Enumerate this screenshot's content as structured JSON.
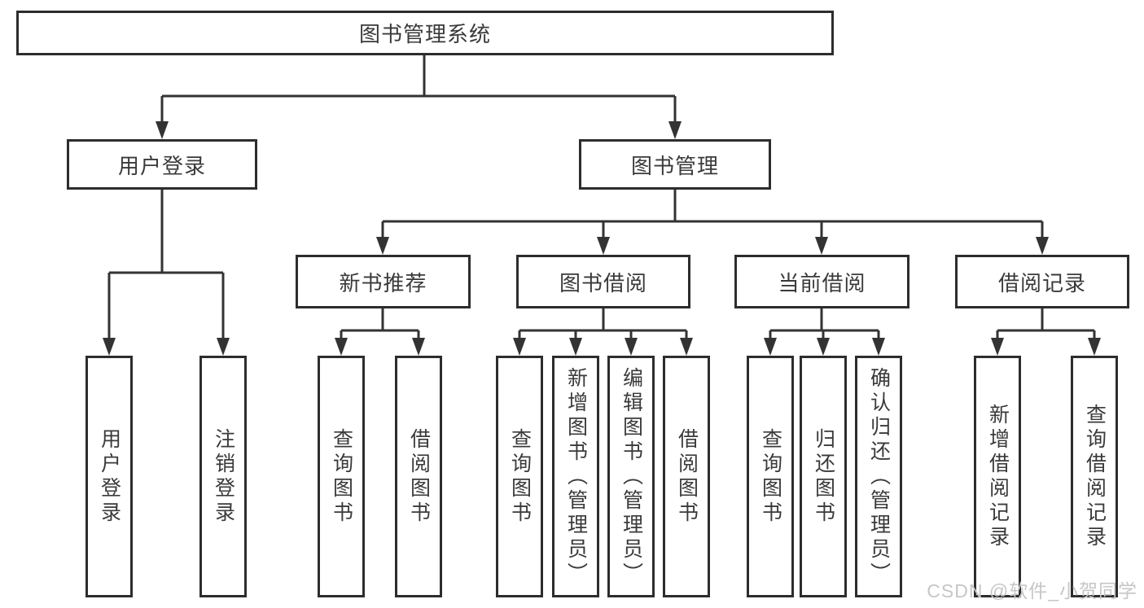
{
  "diagram": {
    "root": {
      "label": "图书管理系统"
    },
    "branches": [
      {
        "label": "用户登录",
        "children": [
          {
            "label": "用户登录"
          },
          {
            "label": "注销登录"
          }
        ]
      },
      {
        "label": "图书管理",
        "children": [
          {
            "label": "新书推荐",
            "children": [
              {
                "label": "查询图书"
              },
              {
                "label": "借阅图书"
              }
            ]
          },
          {
            "label": "图书借阅",
            "children": [
              {
                "label": "查询图书"
              },
              {
                "label": "新增图书（管理员）"
              },
              {
                "label": "编辑图书（管理员）"
              },
              {
                "label": "借阅图书"
              }
            ]
          },
          {
            "label": "当前借阅",
            "children": [
              {
                "label": "查询图书"
              },
              {
                "label": "归还图书"
              },
              {
                "label": "确认归还（管理员）"
              }
            ]
          },
          {
            "label": "借阅记录",
            "children": [
              {
                "label": "新增借阅记录"
              },
              {
                "label": "查询借阅记录"
              }
            ]
          }
        ]
      }
    ]
  },
  "watermark": {
    "text": "CSDN @软件_小贺同学"
  },
  "colors": {
    "background": "#ffffff",
    "box_border": "#2d2d2d",
    "line": "#333333",
    "text": "#3a3a3a",
    "watermark": "#c6c6c6"
  }
}
